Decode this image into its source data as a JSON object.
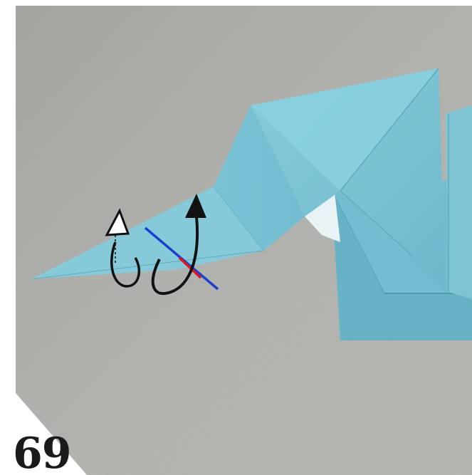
{
  "step_number": "69",
  "colors": {
    "background_board": "#b3b4af",
    "paper_blue": "#7fc6d6",
    "paper_blue_shadow": "#5aa9bd",
    "paper_white_inner": "#e9f3f6",
    "crease_valley": "#1a3fcf",
    "crease_mountain": "#e0151c",
    "arrow": "#111111"
  },
  "icons": [
    "valley-fold-line",
    "mountain-fold-line",
    "fold-behind-arrow",
    "fold-front-arrow"
  ]
}
